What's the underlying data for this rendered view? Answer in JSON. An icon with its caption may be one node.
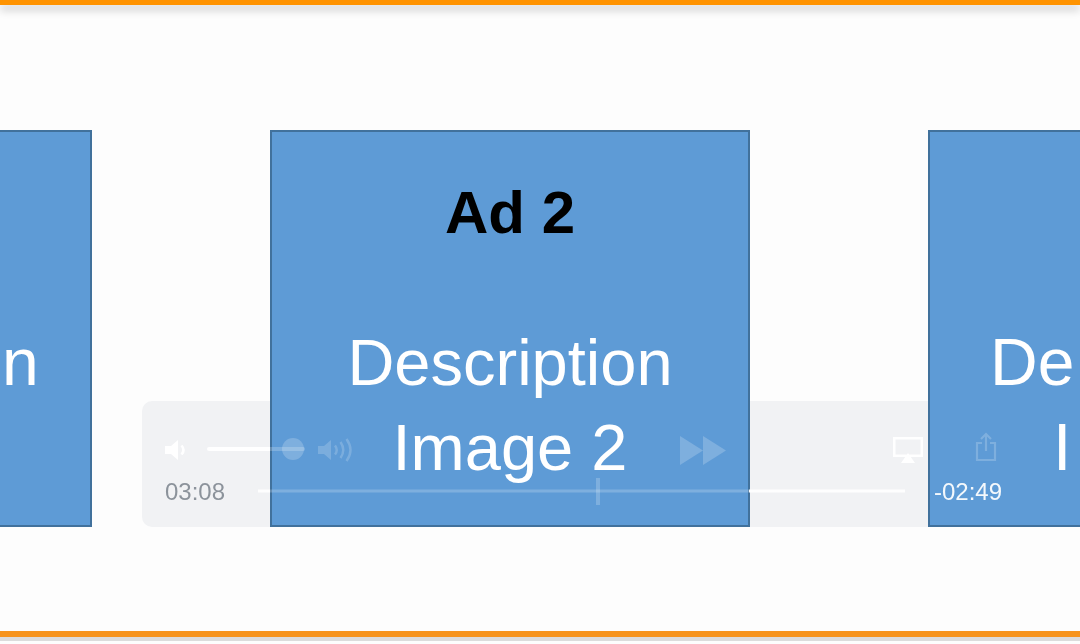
{
  "diagram": {
    "nodes": [
      {
        "text": [
          "n"
        ]
      },
      {
        "text": [
          "Ad 2",
          "Description Image 2"
        ]
      },
      {
        "text": [
          "De",
          "I"
        ]
      }
    ],
    "labels": [
      "03:08",
      "-02:49"
    ]
  }
}
